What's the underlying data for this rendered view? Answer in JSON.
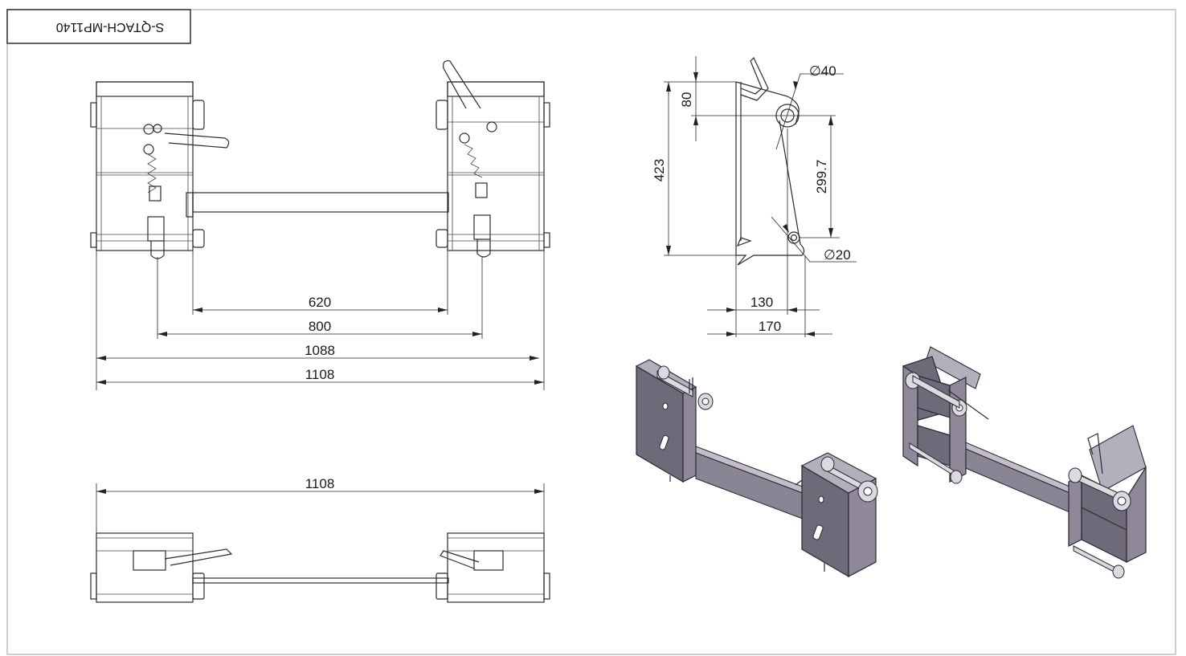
{
  "title_block": {
    "part_code": "S-QTACH-MP1140"
  },
  "front_view": {
    "dimensions": {
      "d620": "620",
      "d800": "800",
      "d1088": "1088",
      "d1108": "1108"
    }
  },
  "side_view": {
    "dimensions": {
      "d80": "80",
      "d423": "423",
      "d299": "299.7",
      "d130": "130",
      "d170": "170",
      "dia40": "∅40",
      "dia20": "∅20"
    }
  },
  "top_view": {
    "dimensions": {
      "d1108": "1108"
    }
  },
  "iso_views": {
    "count": 2
  },
  "colors": {
    "line": "#2b2b2b",
    "plate": "#8e8898",
    "border": "#cfcfcf"
  }
}
